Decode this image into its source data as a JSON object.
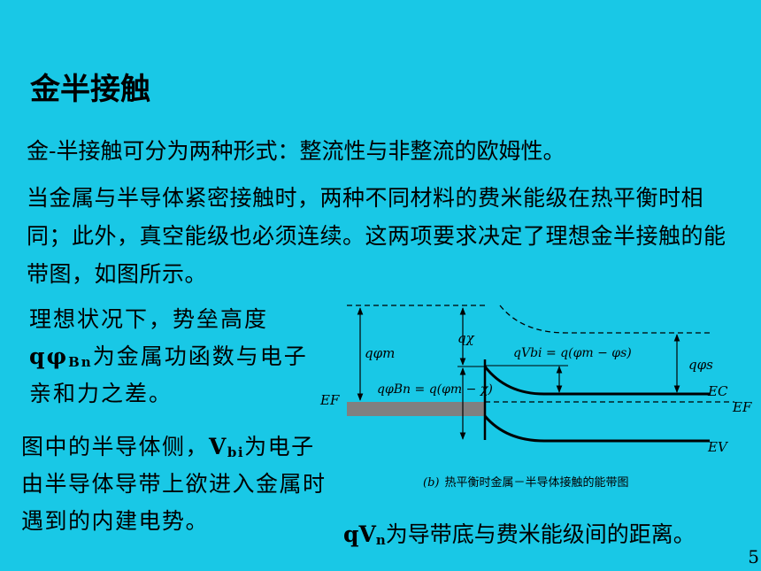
{
  "slide": {
    "title": "金半接触",
    "para1": "金-半接触可分为两种形式：整流性与非整流的欧姆性。",
    "para2": "当金属与半导体紧密接触时，两种不同材料的费米能级在热平衡时相同；此外，真空能级也必须连续。这两项要求决定了理想金半接触的能带图，如图所示。",
    "para3_a": "理想状况下，势垒高度",
    "para3_sym": "qφ",
    "para3_sub": "Bn",
    "para3_b": "为金属功函数与电子亲和力之差。",
    "para4_a": "图中的半导体侧，",
    "para4_sym": "V",
    "para4_sub": "bi",
    "para4_b": "为电子由半导体导带上欲进入金属时遇到的内建电势。",
    "para5_sym": "qV",
    "para5_sub": "n",
    "para5_b": "为导带底与费米能级间的距离。",
    "page_number": "5"
  },
  "diagram": {
    "labels": {
      "q_phi_m": "qφm",
      "q_chi": "qχ",
      "q_vbi": "qVbi = q(φm − φs)",
      "q_phi_s": "qφs",
      "q_phi_bn": "qφBn = q(φm − χ)",
      "ef_left": "EF",
      "ef_right": "EF",
      "ec": "EC",
      "ev": "EV"
    },
    "caption_italic": "(b)",
    "caption_text": "热平衡时金属－半导体接触的能带图",
    "colors": {
      "metal": "#808080",
      "line": "#000000"
    }
  }
}
